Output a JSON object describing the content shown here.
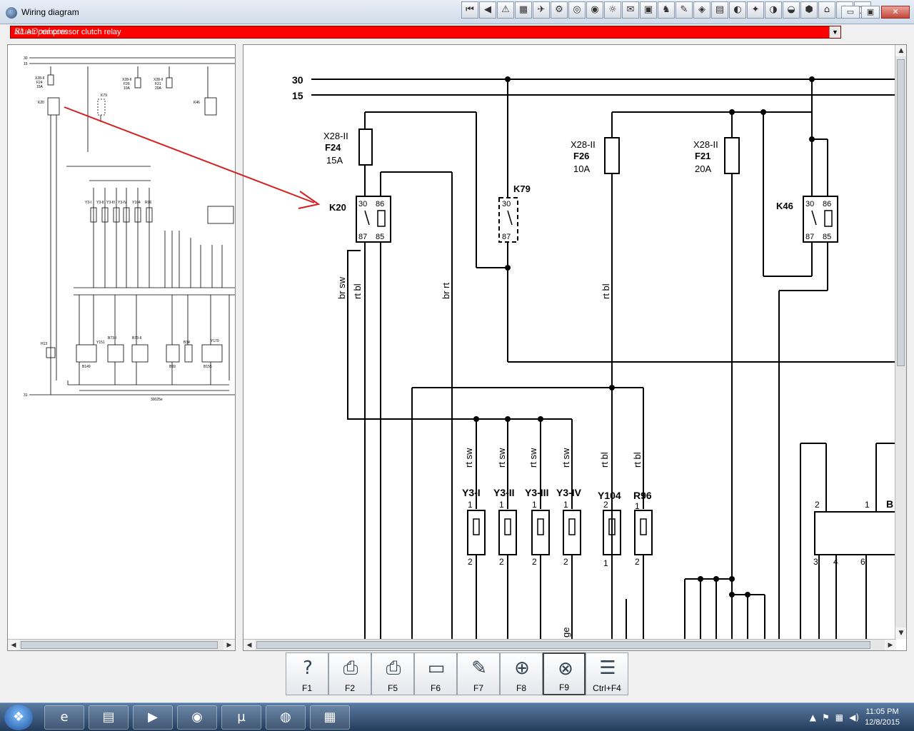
{
  "window": {
    "title": "Wiring diagram",
    "icon": "app-globe-icon"
  },
  "toolbar": {
    "buttons": [
      "⏮",
      "◀",
      "⚠",
      "▦",
      "✈",
      "⚙",
      "◎",
      "◉",
      "☼",
      "✉",
      "▣",
      "♞",
      "✎",
      "◈",
      "▤",
      "◐",
      "✦",
      "◑",
      "◒",
      "⬢",
      "⌂",
      "✿",
      "▢"
    ]
  },
  "window_controls": {
    "minimize": "▭",
    "restore": "▣",
    "close": "✕"
  },
  "selector": {
    "value": "X1 Air compressor clutch relay",
    "arrow": "▼"
  },
  "watermark": "BlueOpel.com",
  "side_button": "⇉",
  "overview": {
    "bus_labels": [
      "30",
      "15",
      "31"
    ],
    "fuse_labels": [
      "X28-II",
      "F24",
      "15A",
      "X28-II",
      "F26",
      "10A",
      "X28-II",
      "F21",
      "20A"
    ],
    "relay_labels": [
      "K20",
      "K79",
      "K46"
    ],
    "component_labels": [
      "Y3-I",
      "Y3-II",
      "Y3-III",
      "Y3-IV",
      "Y104",
      "R96",
      "H13",
      "B149",
      "Y151",
      "B73-I",
      "B73-II",
      "B69",
      "B34",
      "B155",
      "Y170"
    ],
    "footer_number": "30025e"
  },
  "diagram": {
    "bus_30": "30",
    "bus_15": "15",
    "fuses": [
      {
        "connector": "X28-II",
        "name": "F24",
        "rating": "15A"
      },
      {
        "connector": "X28-II",
        "name": "F26",
        "rating": "10A"
      },
      {
        "connector": "X28-II",
        "name": "F21",
        "rating": "20A"
      }
    ],
    "relays": [
      {
        "name": "K20",
        "pins": [
          "30",
          "86",
          "87",
          "85"
        ]
      },
      {
        "name": "K79",
        "pins": [
          "30",
          "87"
        ]
      },
      {
        "name": "K46",
        "pins": [
          "30",
          "86",
          "87",
          "85"
        ]
      }
    ],
    "wire_colors": {
      "k20_left_a": "br sw",
      "k20_left_b": "rt bl",
      "k20_right": "br rt",
      "f26_wire": "rt bl",
      "y3i": "rt sw",
      "y3ii": "rt sw",
      "y3iii": "rt sw",
      "y3iv": "rt sw",
      "y104": "rt bl",
      "r96": "rt bl",
      "bottom": "ge"
    },
    "components": [
      {
        "name": "Y3-I",
        "pin_top": "1",
        "pin_bottom": "2"
      },
      {
        "name": "Y3-II",
        "pin_top": "1",
        "pin_bottom": "2"
      },
      {
        "name": "Y3-III",
        "pin_top": "1",
        "pin_bottom": "2"
      },
      {
        "name": "Y3-IV",
        "pin_top": "1",
        "pin_bottom": "2"
      },
      {
        "name": "Y104",
        "pin_top": "2",
        "pin_bottom": "1"
      },
      {
        "name": "R96",
        "pin_top": "1",
        "pin_bottom": "2"
      }
    ],
    "sensor": {
      "name": "B",
      "pins_top": [
        "2",
        "1"
      ],
      "pins_bottom": [
        "3",
        "4",
        "6"
      ]
    }
  },
  "function_keys": [
    {
      "label": "F1",
      "icon": "help-question-icon",
      "glyph": "?"
    },
    {
      "label": "F2",
      "icon": "printer-icon",
      "glyph": "⎙"
    },
    {
      "label": "F5",
      "icon": "printer-large-icon",
      "glyph": "⎙"
    },
    {
      "label": "F6",
      "icon": "connector-icon",
      "glyph": "▭"
    },
    {
      "label": "F7",
      "icon": "probe-icon",
      "glyph": "✎"
    },
    {
      "label": "F8",
      "icon": "magnifier-component-icon",
      "glyph": "⊕"
    },
    {
      "label": "F9",
      "icon": "magnifier-zoom-icon",
      "glyph": "⊗"
    },
    {
      "label": "Ctrl+F4",
      "icon": "list-grid-icon",
      "glyph": "☰"
    }
  ],
  "taskbar": {
    "start_glyph": "❖",
    "items": [
      {
        "name": "internet-explorer-icon",
        "glyph": "e"
      },
      {
        "name": "file-explorer-icon",
        "glyph": "▤"
      },
      {
        "name": "media-player-icon",
        "glyph": "▶"
      },
      {
        "name": "chrome-icon",
        "glyph": "◉"
      },
      {
        "name": "utorrent-icon",
        "glyph": "µ"
      },
      {
        "name": "app-globe-task-icon",
        "glyph": "◍"
      },
      {
        "name": "wiring-app-task-icon",
        "glyph": "▦"
      }
    ],
    "clock_time": "11:05 PM",
    "clock_date": "12/8/2015"
  },
  "colors": {
    "selector_bg": "#ff0000",
    "arrow": "#d32020",
    "wire": "#000000"
  }
}
